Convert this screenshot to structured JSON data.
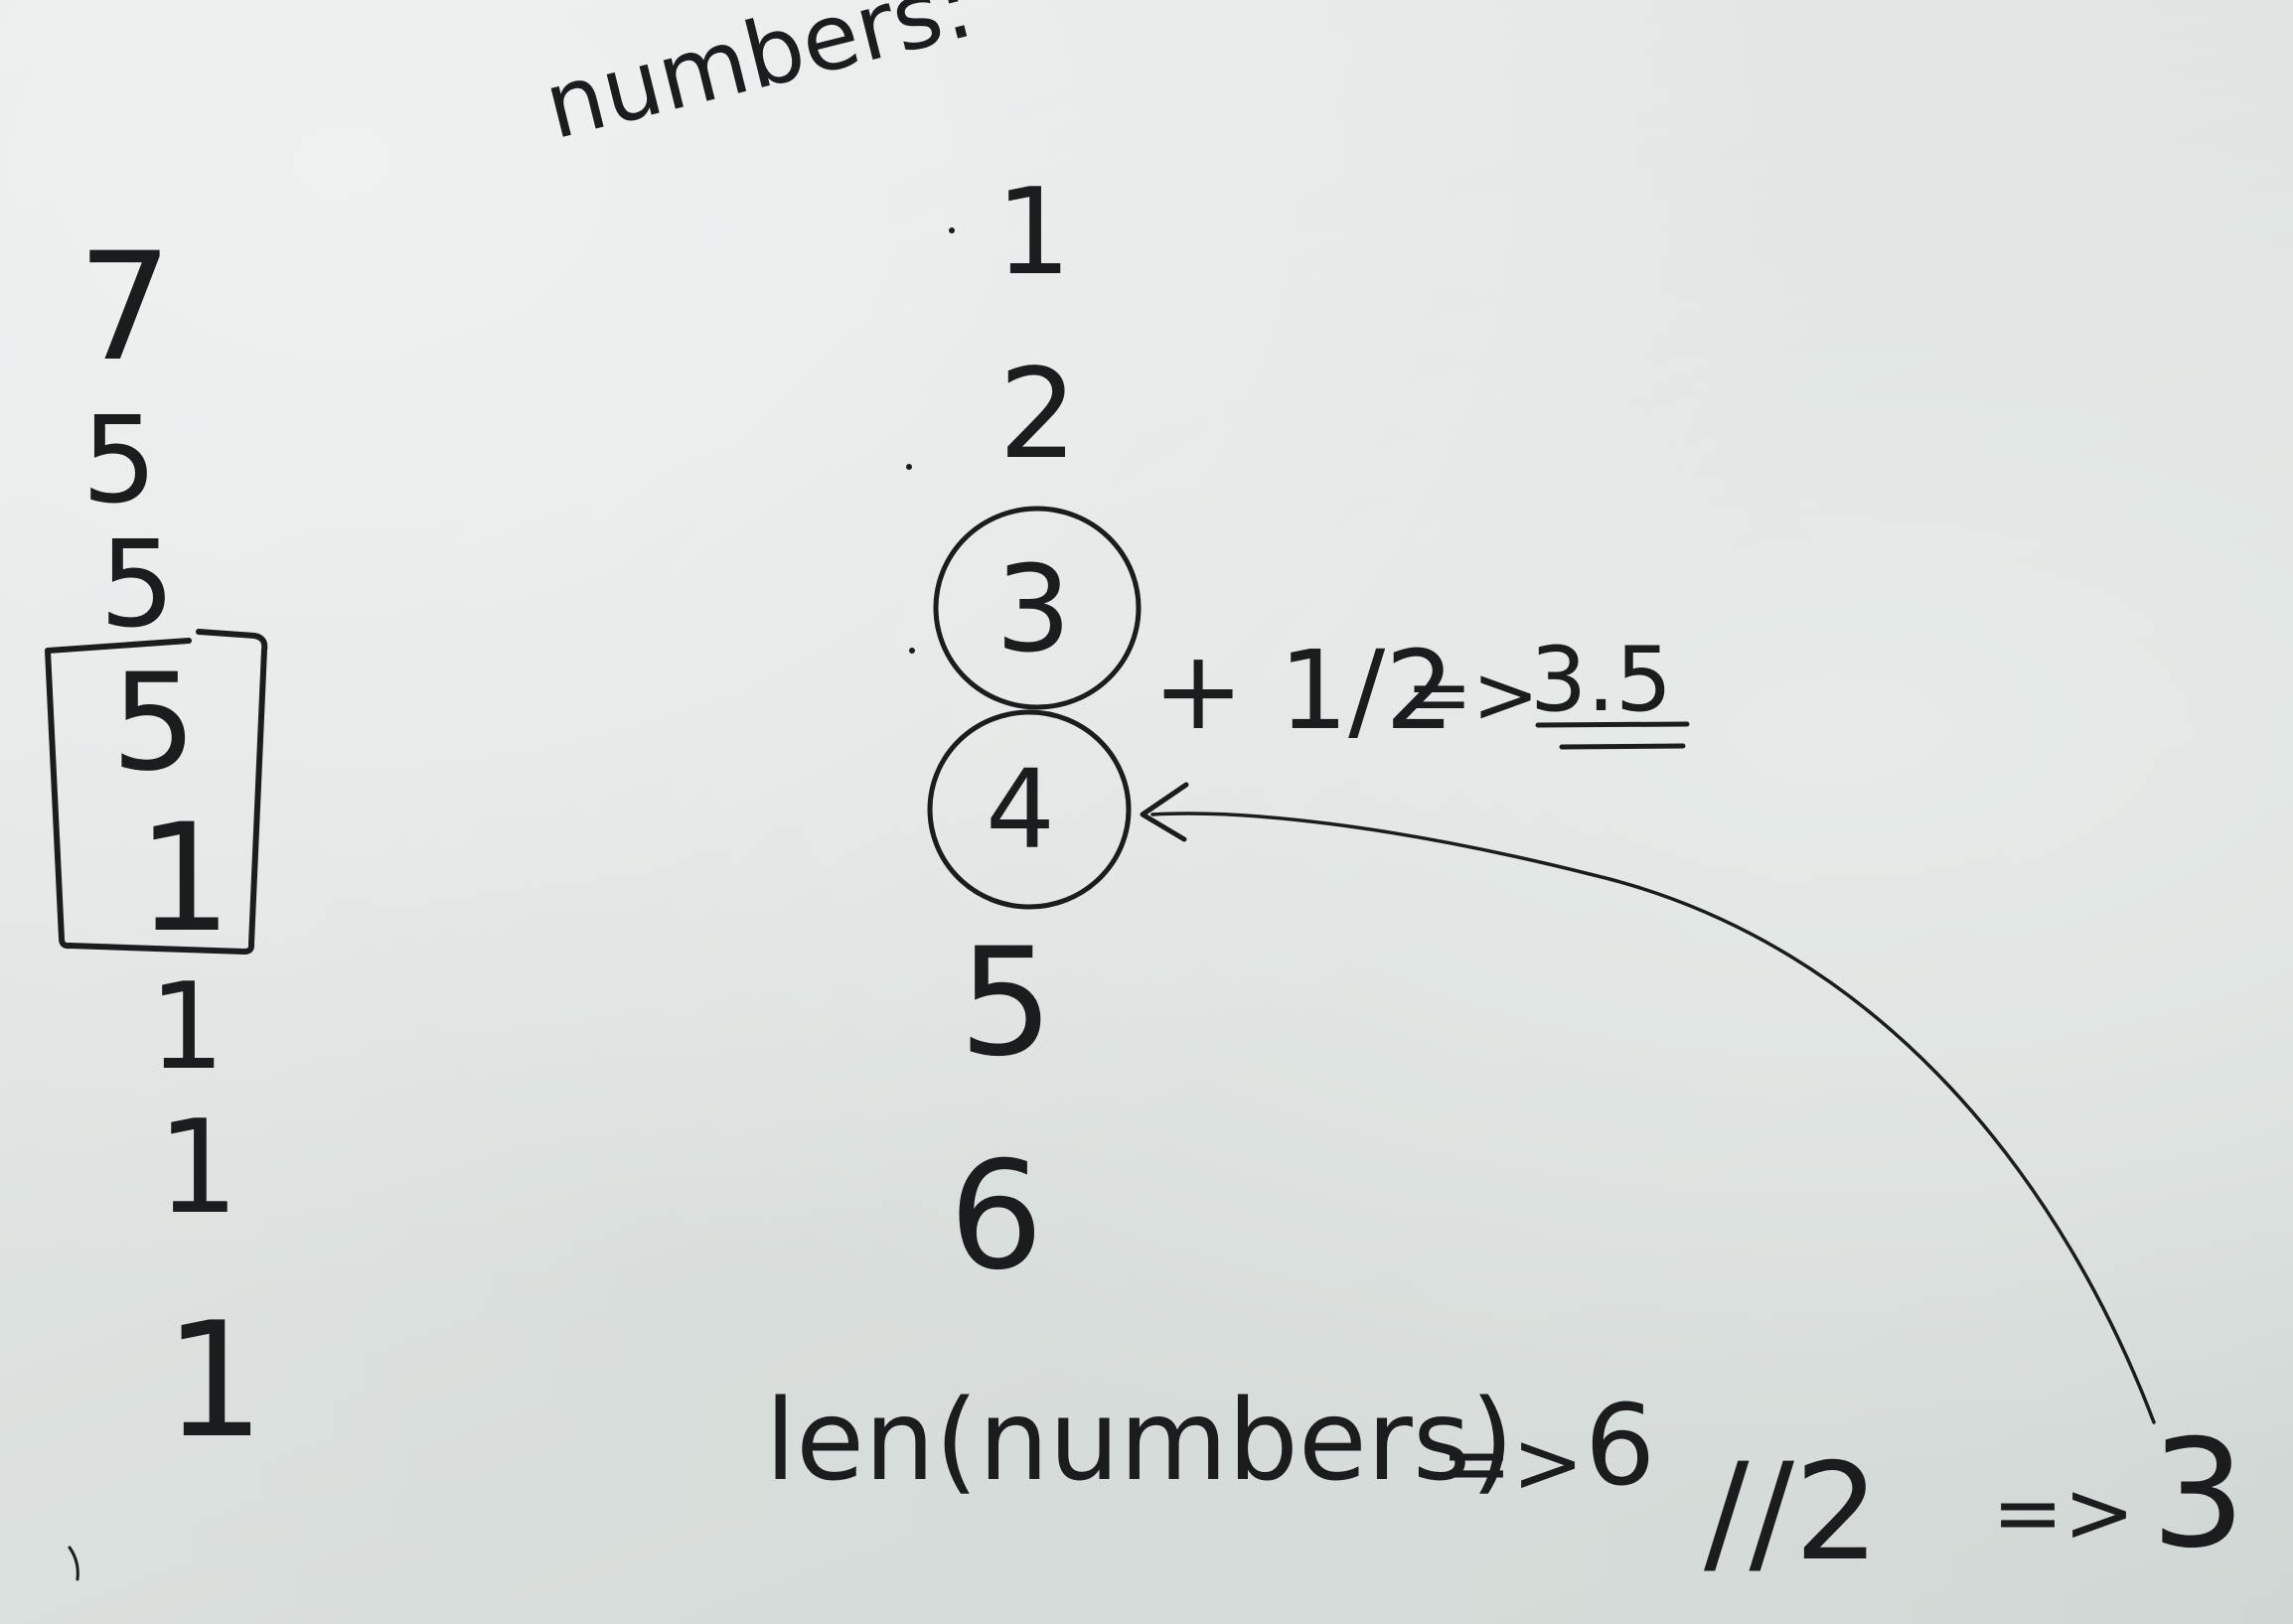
{
  "board": {
    "title": "numbers:",
    "left_column": [
      "7",
      "5",
      "5",
      "5",
      "1",
      "1",
      "1",
      "1"
    ],
    "main_column": [
      "1",
      "2",
      "3",
      "4",
      "5",
      "6"
    ],
    "plus_half": "+ 1/2",
    "arrow1": "=>",
    "result": "3.5",
    "length_expr": "len(numbers)",
    "arrow2": "=>",
    "length_value": "6",
    "floor_div": "//2",
    "arrow3": "=>",
    "index_value": "3"
  }
}
